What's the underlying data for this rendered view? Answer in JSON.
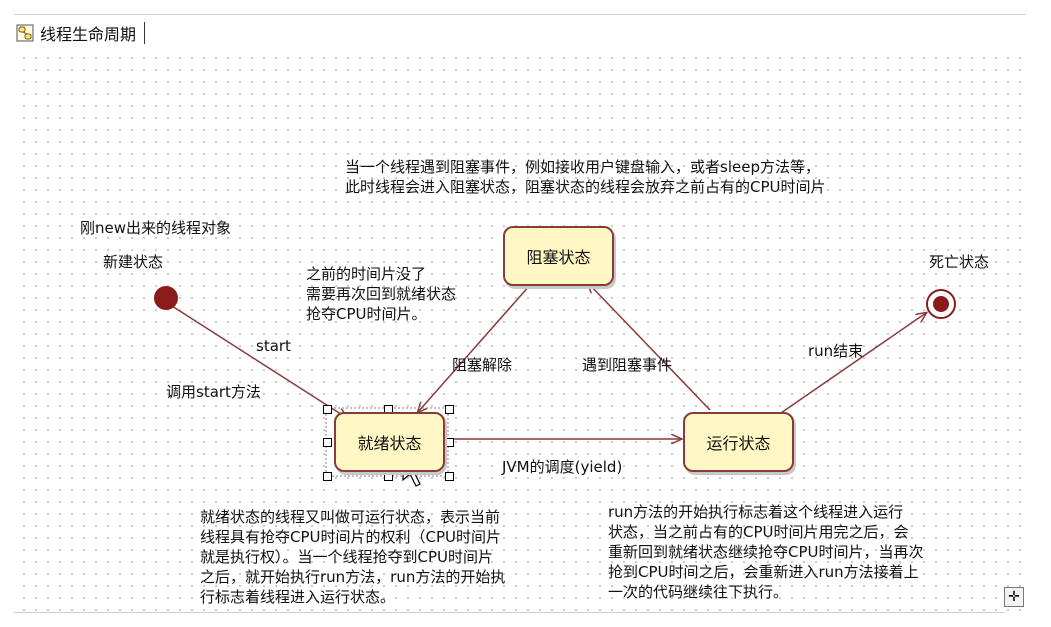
{
  "tab": {
    "title": "线程生命周期",
    "icon": "state-diagram-icon"
  },
  "colors": {
    "node_fill": "#fff8c4",
    "node_border": "#8a3a3a",
    "arrow": "#8a3a3a",
    "start_dot": "#8b1a1a"
  },
  "states": {
    "new_caption": "刚new出来的线程对象",
    "new": "新建状态",
    "blocked": "阻塞状态",
    "ready": "就绪状态",
    "running": "运行状态",
    "dead": "死亡状态"
  },
  "transitions": {
    "start": "start",
    "start_desc": "调用start方法",
    "unblock": "阻塞解除",
    "block": "遇到阻塞事件",
    "yield": "JVM的调度(yield)",
    "run_end": "run结束"
  },
  "notes": {
    "blocked_desc": "当一个线程遇到阻塞事件，例如接收用户键盘输入，或者sleep方法等，\n此时线程会进入阻塞状态，阻塞状态的线程会放弃之前占有的CPU时间片",
    "unblock_desc": "之前的时间片没了\n需要再次回到就绪状态\n抢夺CPU时间片。",
    "ready_desc": "就绪状态的线程又叫做可运行状态，表示当前\n线程具有抢夺CPU时间片的权利（CPU时间片\n就是执行权）。当一个线程抢夺到CPU时间片\n之后，就开始执行run方法，run方法的开始执\n行标志着线程进入运行状态。",
    "running_desc": "run方法的开始执行标志着这个线程进入运行\n状态，当之前占有的CPU时间片用完之后，会\n重新回到就绪状态继续抢夺CPU时间片，当再次\n抢到CPU时间之后，会重新进入run方法接着上\n一次的代码继续往下执行。"
  }
}
